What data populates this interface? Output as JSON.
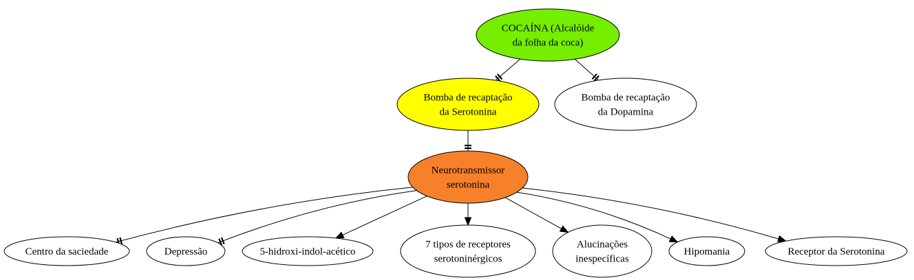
{
  "diagram": {
    "nodes": [
      {
        "id": "cocaina",
        "lines": [
          "COCAÍNA (Alcalóide",
          "da folha da coca)"
        ],
        "fill": "#76ee00"
      },
      {
        "id": "bomba_serotonina",
        "lines": [
          "Bomba de recaptação",
          "da Serotonina"
        ],
        "fill": "#ffff00"
      },
      {
        "id": "bomba_dopamina",
        "lines": [
          "Bomba de recaptação",
          "da Dopamina"
        ],
        "fill": "#ffffff"
      },
      {
        "id": "neuro",
        "lines": [
          "Neurotransmissor",
          "serotonina"
        ],
        "fill": "#f7812a"
      },
      {
        "id": "saciedade",
        "lines": [
          "Centro da saciedade"
        ],
        "fill": "#ffffff"
      },
      {
        "id": "depressao",
        "lines": [
          "Depressão"
        ],
        "fill": "#ffffff"
      },
      {
        "id": "hidroxi",
        "lines": [
          "5-hidroxi-indol-acético"
        ],
        "fill": "#ffffff"
      },
      {
        "id": "receptores",
        "lines": [
          "7 tipos de receptores",
          "serotoninérgicos"
        ],
        "fill": "#ffffff"
      },
      {
        "id": "alucinacoes",
        "lines": [
          "Alucinações",
          "inespecíficas"
        ],
        "fill": "#ffffff"
      },
      {
        "id": "hipomania",
        "lines": [
          "Hipomania"
        ],
        "fill": "#ffffff"
      },
      {
        "id": "receptor_sero",
        "lines": [
          "Receptor da Serotonina"
        ],
        "fill": "#ffffff"
      }
    ],
    "edges": [
      {
        "from": "cocaina",
        "to": "bomba_serotonina",
        "type": "inhibit"
      },
      {
        "from": "cocaina",
        "to": "bomba_dopamina",
        "type": "inhibit"
      },
      {
        "from": "bomba_serotonina",
        "to": "neuro",
        "type": "inhibit"
      },
      {
        "from": "neuro",
        "to": "saciedade",
        "type": "inhibit"
      },
      {
        "from": "neuro",
        "to": "depressao",
        "type": "inhibit"
      },
      {
        "from": "neuro",
        "to": "hidroxi",
        "type": "arrow"
      },
      {
        "from": "neuro",
        "to": "receptores",
        "type": "arrow"
      },
      {
        "from": "neuro",
        "to": "alucinacoes",
        "type": "arrow"
      },
      {
        "from": "neuro",
        "to": "hipomania",
        "type": "arrow"
      },
      {
        "from": "neuro",
        "to": "receptor_sero",
        "type": "arrow"
      }
    ]
  }
}
